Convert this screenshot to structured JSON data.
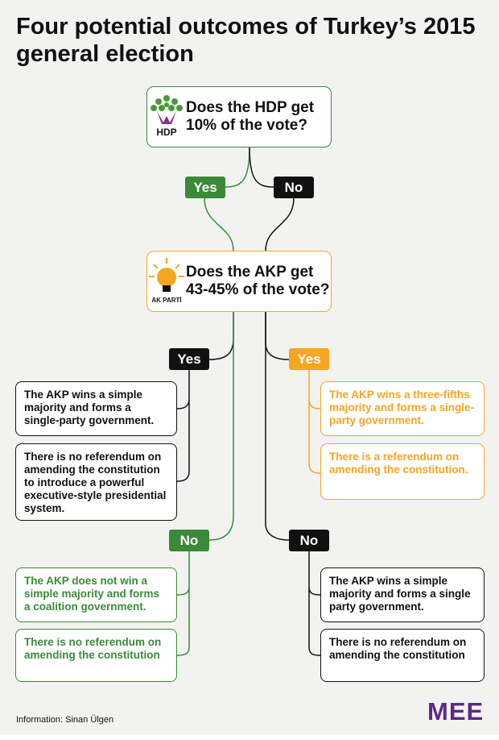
{
  "title": "Four potential outcomes of Turkey’s 2015 general election",
  "q1": {
    "text": "Does the HDP get 10% of the vote?",
    "logo": "HDP"
  },
  "q2": {
    "text": "Does the AKP get 43-45% of the vote?",
    "logo": "AK PARTİ"
  },
  "labels": {
    "yes": "Yes",
    "no": "No"
  },
  "outcomes": {
    "akp_yes_hdp_no": [
      "The AKP wins a simple majority and forms a single-party government.",
      "There is no referendum on amending the constitution to introduce a powerful executive-style presidential system."
    ],
    "akp_yes_hdp_yes": [
      "The AKP wins a three-fifths majority and forms a single-party government.",
      "There is a referendum on amending the constitution."
    ],
    "akp_no_hdp_yes": [
      "The AKP does not win a simple majority and forms a coalition government.",
      "There is no referendum on amending the constitution"
    ],
    "akp_no_hdp_no": [
      "The AKP wins a simple majority and forms a single party government.",
      "There is no referendum on amending the constitution"
    ]
  },
  "footer": {
    "source": "Information: Sinan Ülgen",
    "brand": "MEE"
  },
  "colors": {
    "green": "#3a8a3a",
    "orange": "#f5a623",
    "black": "#111111",
    "purple": "#5b2a86"
  }
}
